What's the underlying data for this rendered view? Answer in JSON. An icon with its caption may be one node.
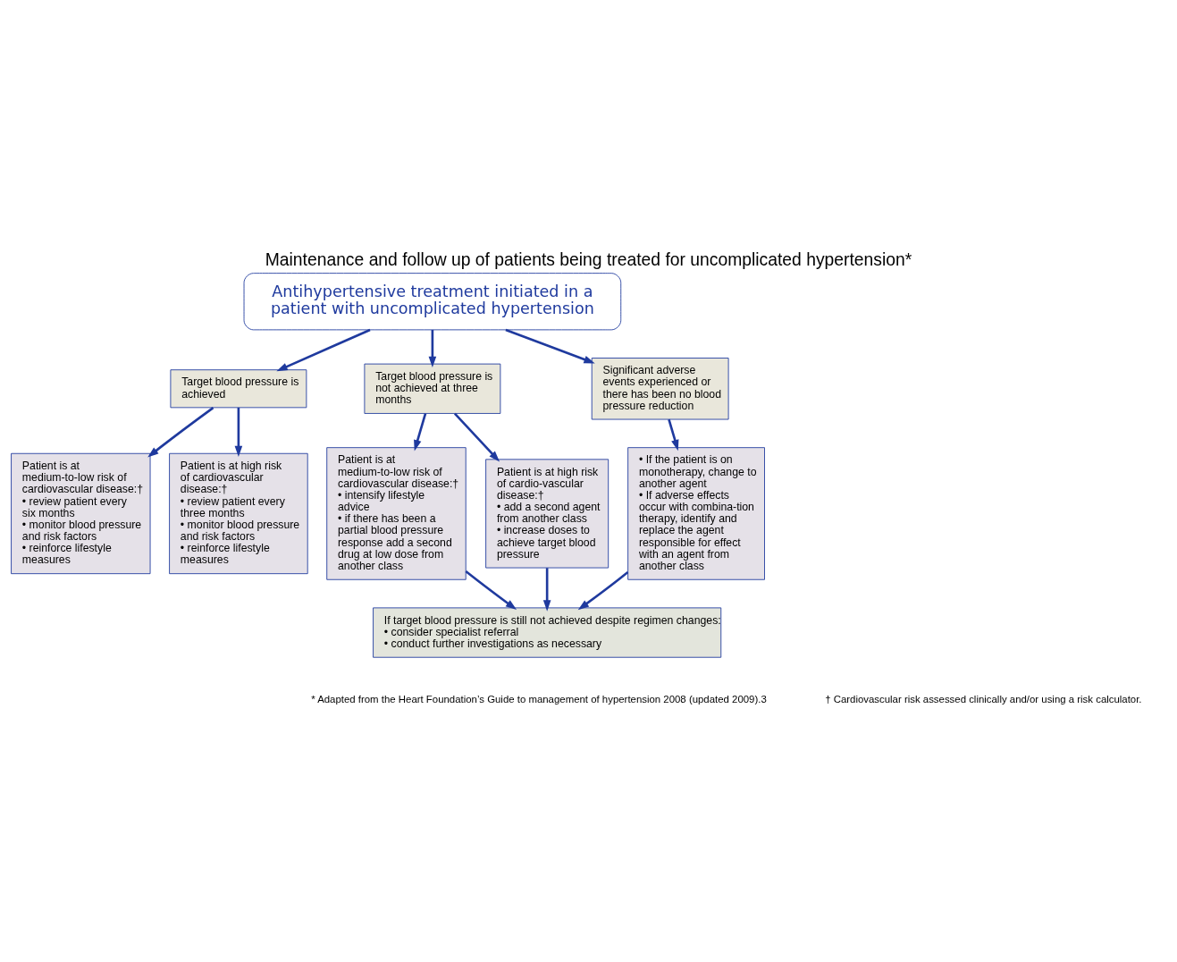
{
  "diagram": {
    "title": "Maintenance and follow up of patients being treated for uncomplicated hypertension*",
    "nodes": [
      {
        "text": [
          "Antihypertensive treatment initiated in a patient with uncomplicated hypertension"
        ]
      },
      {
        "text": [
          "Target blood pressure is achieved"
        ]
      },
      {
        "text": [
          "Target blood pressure is not achieved at three months"
        ]
      },
      {
        "text": [
          "Significant adverse events experienced or there has been no blood pressure reduction"
        ]
      },
      {
        "text": [
          "Patient is at medium-to-low risk of cardiovascular disease:†",
          "• review patient every six months",
          "• monitor blood pressure and risk factors",
          "• reinforce lifestyle measures"
        ]
      },
      {
        "text": [
          "Patient is at high risk of cardiovascular disease:†",
          "• review patient every three months",
          "• monitor blood pressure and risk factors",
          "• reinforce lifestyle measures"
        ]
      },
      {
        "text": [
          "Patient is at medium-to-low risk of cardiovascular disease:†",
          "• intensify lifestyle advice",
          "• if there has been a partial blood pressure response add a second drug at low dose from another class"
        ]
      },
      {
        "text": [
          "Patient is at high risk of cardio-vascular disease:†",
          "• add a second agent from another class",
          "• increase doses to achieve target blood pressure"
        ]
      },
      {
        "text": [
          "• If the patient is on monotherapy, change to another agent",
          "• If adverse effects occur with combina-tion therapy, identify and replace the agent responsible for effect with an agent from another class"
        ]
      },
      {
        "text": [
          "If target blood pressure is still not achieved despite regimen changes:",
          "• consider specialist referral",
          "• conduct further investigations as necessary"
        ]
      }
    ],
    "edges": [
      {
        "from": 0,
        "to": 1,
        "arrow": "to"
      },
      {
        "from": 0,
        "to": 2,
        "arrow": "to"
      },
      {
        "from": 0,
        "to": 3,
        "arrow": "to"
      },
      {
        "from": 1,
        "to": 4,
        "arrow": "to"
      },
      {
        "from": 1,
        "to": 5,
        "arrow": "to"
      },
      {
        "from": 2,
        "to": 6,
        "arrow": "to"
      },
      {
        "from": 2,
        "to": 7,
        "arrow": "to"
      },
      {
        "from": 3,
        "to": 8,
        "arrow": "to"
      },
      {
        "from": 6,
        "to": 9,
        "arrow": "to"
      },
      {
        "from": 7,
        "to": 9,
        "arrow": "to"
      },
      {
        "from": 8,
        "to": 9,
        "arrow": "to"
      }
    ],
    "labels": [
      "* Adapted from the Heart Foundation’s Guide to management of hypertension 2008 (updated 2009).3",
      "† Cardiovascular risk assessed clinically and/or using a risk calculator."
    ]
  }
}
